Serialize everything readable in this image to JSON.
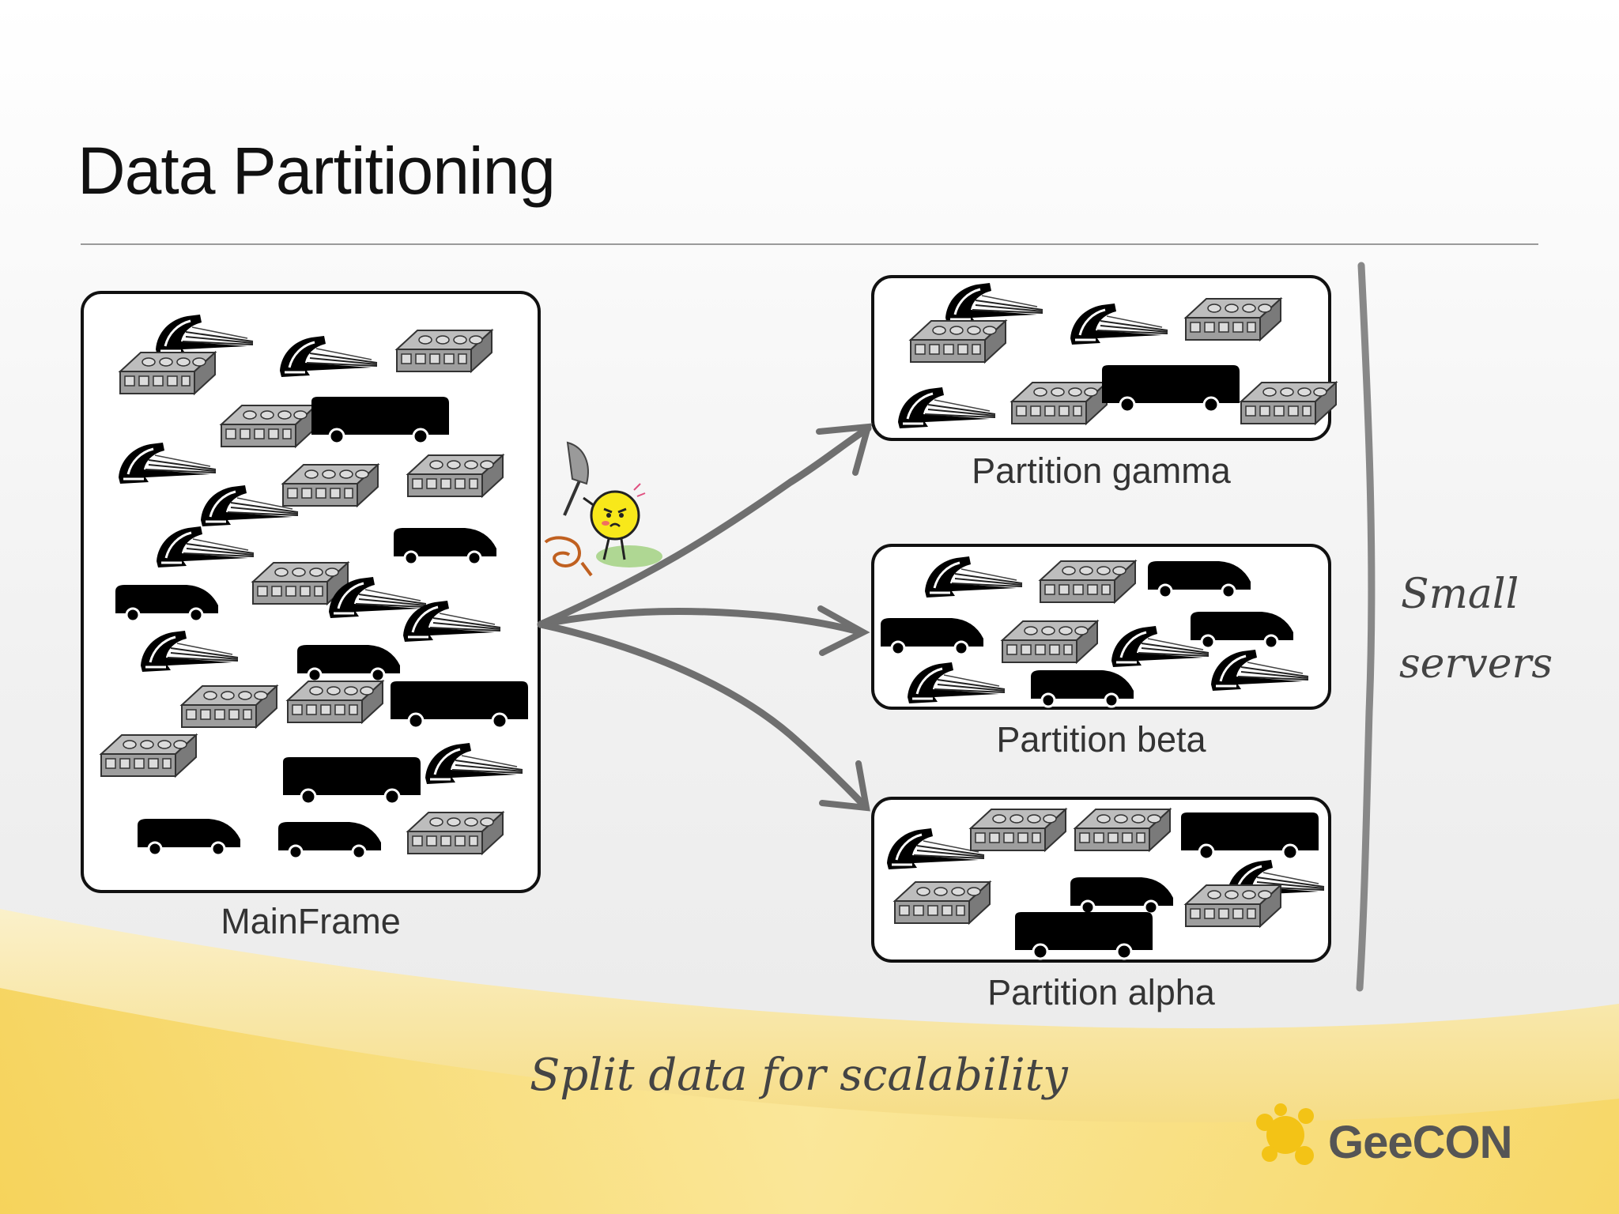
{
  "slide": {
    "title": "Data Partitioning",
    "source_label": "MainFrame",
    "partitions": [
      {
        "label": "Partition gamma"
      },
      {
        "label": "Partition beta"
      },
      {
        "label": "Partition alpha"
      }
    ],
    "side_note": [
      "Small",
      "servers"
    ],
    "caption": "Split data for scalability",
    "logo": "GeeCON",
    "colors": {
      "accent": "#f3c316",
      "arrow": "#6f6f6f",
      "box_border": "#111111"
    }
  },
  "icons": [
    "train-icon",
    "bus-icon",
    "coach-icon",
    "lumberjack-icon",
    "axe-icon",
    "geecon-logo-icon"
  ]
}
